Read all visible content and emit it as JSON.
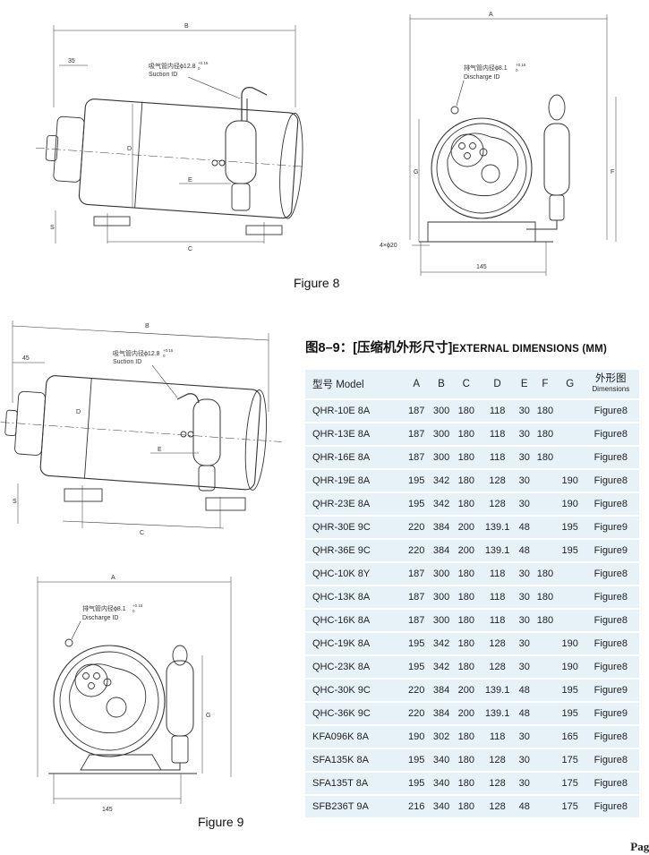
{
  "figure8": {
    "caption": "Figure 8",
    "dims": {
      "B": "B",
      "D": "D",
      "E": "E",
      "C": "C",
      "S": "S",
      "n35": "35",
      "A": "A",
      "G": "G",
      "F": "F",
      "n4x20": "4×ϕ20",
      "n145": "145"
    },
    "suction_cn": "吸气管内径ϕ12.8",
    "suction_tol": "+0.15",
    "suction_tol2": "0",
    "suction_en": "Suction ID",
    "discharge_cn": "排气管内径ϕ8.1",
    "discharge_tol": "+0.15",
    "discharge_tol2": "0",
    "discharge_en": "Discharge ID"
  },
  "figure9": {
    "caption": "Figure 9",
    "dims": {
      "B": "B",
      "D": "D",
      "E": "E",
      "C": "C",
      "S": "S",
      "n45": "45",
      "A": "A",
      "G": "G",
      "n145": "145"
    },
    "suction_cn": "吸气管内径ϕ12.8",
    "suction_tol": "+0.15",
    "suction_tol2": "0",
    "suction_en": "Suction ID",
    "discharge_cn": "排气管内径ϕ8.1",
    "discharge_tol": "+0.15",
    "discharge_tol2": "0",
    "discharge_en": "Discharge ID"
  },
  "table": {
    "title_cn": "图8–9：[压缩机外形尺寸]",
    "title_en": "EXTERNAL DIMENSIONS (MM)",
    "headers": [
      "型号 Model",
      "A",
      "B",
      "C",
      "D",
      "E",
      "F",
      "G"
    ],
    "outline_cn": "外形图",
    "outline_en": "Dimensions",
    "rows": [
      [
        "QHR-10E 8A",
        "187",
        "300",
        "180",
        "118",
        "30",
        "180",
        "",
        "Figure8"
      ],
      [
        "QHR-13E 8A",
        "187",
        "300",
        "180",
        "118",
        "30",
        "180",
        "",
        "Figure8"
      ],
      [
        "QHR-16E 8A",
        "187",
        "300",
        "180",
        "118",
        "30",
        "180",
        "",
        "Figure8"
      ],
      [
        "QHR-19E 8A",
        "195",
        "342",
        "180",
        "128",
        "30",
        "",
        "190",
        "Figure8"
      ],
      [
        "QHR-23E 8A",
        "195",
        "342",
        "180",
        "128",
        "30",
        "",
        "190",
        "Figure8"
      ],
      [
        "QHR-30E 9C",
        "220",
        "384",
        "200",
        "139.1",
        "48",
        "",
        "195",
        "Figure9"
      ],
      [
        "QHR-36E 9C",
        "220",
        "384",
        "200",
        "139.1",
        "48",
        "",
        "195",
        "Figure9"
      ],
      [
        "QHC-10K 8Y",
        "187",
        "300",
        "180",
        "118",
        "30",
        "180",
        "",
        "Figure8"
      ],
      [
        "QHC-13K 8A",
        "187",
        "300",
        "180",
        "118",
        "30",
        "180",
        "",
        "Figure8"
      ],
      [
        "QHC-16K 8A",
        "187",
        "300",
        "180",
        "118",
        "30",
        "180",
        "",
        "Figure8"
      ],
      [
        "QHC-19K 8A",
        "195",
        "342",
        "180",
        "128",
        "30",
        "",
        "190",
        "Figure8"
      ],
      [
        "QHC-23K 8A",
        "195",
        "342",
        "180",
        "128",
        "30",
        "",
        "190",
        "Figure8"
      ],
      [
        "QHC-30K 9C",
        "220",
        "384",
        "200",
        "139.1",
        "48",
        "",
        "195",
        "Figure9"
      ],
      [
        "QHC-36K 9C",
        "220",
        "384",
        "200",
        "139.1",
        "48",
        "",
        "195",
        "Figure9"
      ],
      [
        "KFA096K 8A",
        "190",
        "302",
        "180",
        "118",
        "30",
        "",
        "165",
        "Figure8"
      ],
      [
        "SFA135K 8A",
        "195",
        "340",
        "180",
        "128",
        "30",
        "",
        "175",
        "Figure8"
      ],
      [
        "SFA135T 8A",
        "195",
        "340",
        "180",
        "128",
        "30",
        "",
        "175",
        "Figure8"
      ],
      [
        "SFB236T 9A",
        "216",
        "340",
        "180",
        "128",
        "48",
        "",
        "175",
        "Figure8"
      ]
    ]
  },
  "page_label": "Page"
}
